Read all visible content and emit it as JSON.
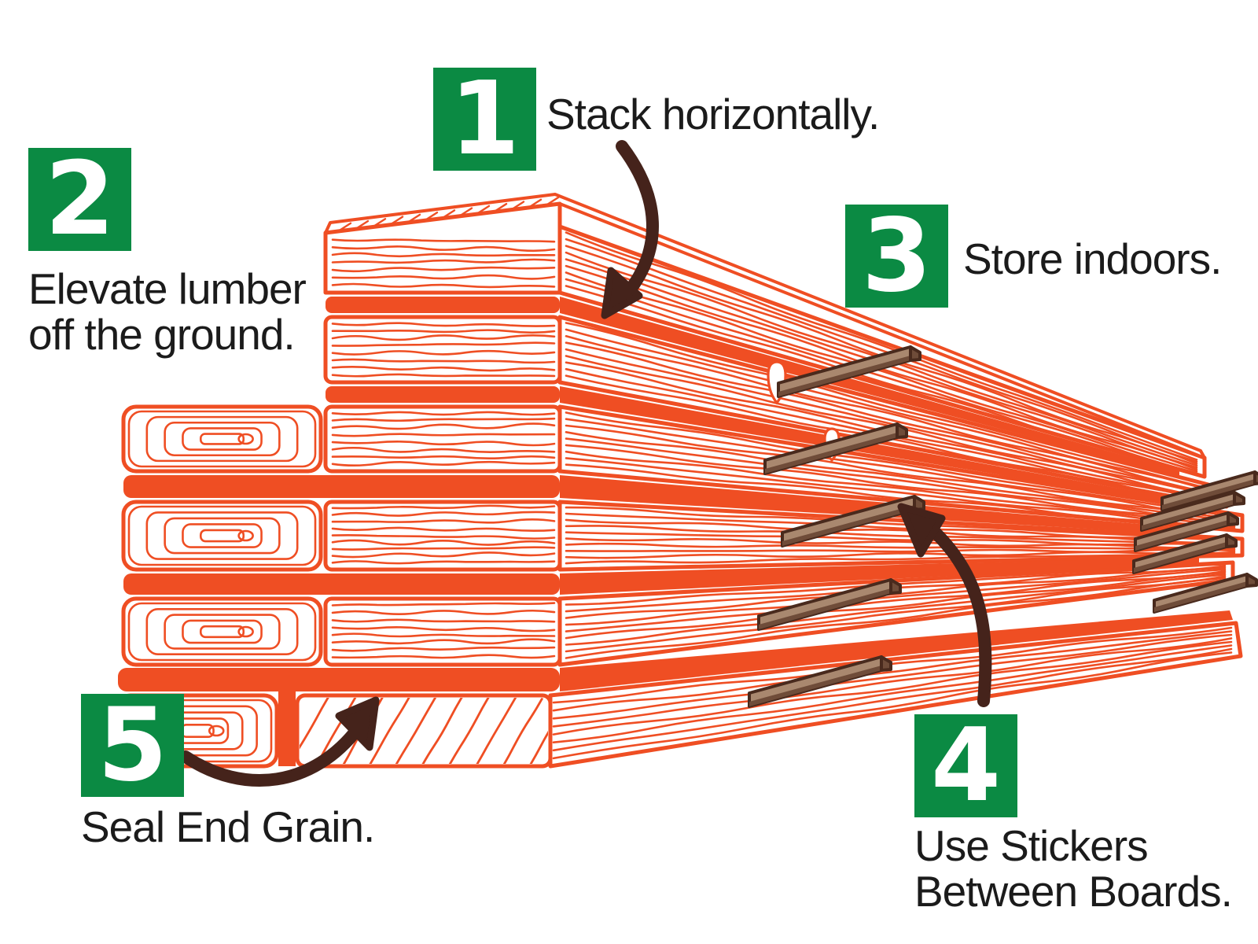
{
  "steps": [
    {
      "number": "1",
      "lines": [
        "Stack horizontally."
      ]
    },
    {
      "number": "2",
      "lines": [
        "Elevate lumber",
        "off the ground."
      ]
    },
    {
      "number": "3",
      "lines": [
        "Store indoors."
      ]
    },
    {
      "number": "4",
      "lines": [
        "Use Stickers",
        "Between Boards."
      ]
    },
    {
      "number": "5",
      "lines": [
        "Seal End Grain."
      ]
    }
  ],
  "colors": {
    "step_badge_green": "#0B8A43",
    "lumber_orange": "#EF4E23",
    "arrow_brown": "#45231B",
    "sticker_tan": "#A9886F",
    "sticker_shadow": "#6F4C39",
    "sticker_outline": "#492A1D",
    "label_text": "#1B1B1B",
    "number_text": "#FFFFFF"
  },
  "illustration": {
    "subject": "Horizontal lumber stack elevated on bearers with sticker strips between each layer",
    "front_rows": 6,
    "stickers_middle": 5,
    "stickers_right": 5
  }
}
